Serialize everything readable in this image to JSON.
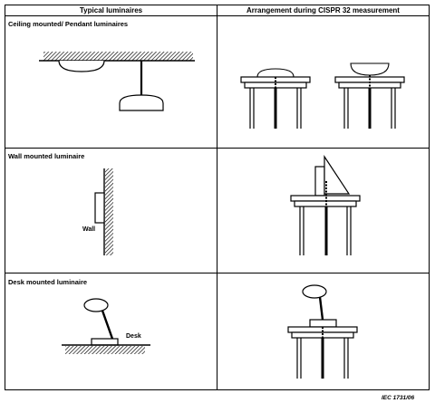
{
  "table": {
    "headers": [
      "Typical luminaires",
      "Arrangement during CISPR 32 measurement"
    ],
    "rows": [
      {
        "label": "Ceiling mounted/ Pendant luminaires"
      },
      {
        "label": "Wall mounted luminaire",
        "annotation": "Wall"
      },
      {
        "label": "Desk mounted luminaire",
        "annotation": "Desk"
      }
    ]
  },
  "credit": "IEC   1731/06"
}
